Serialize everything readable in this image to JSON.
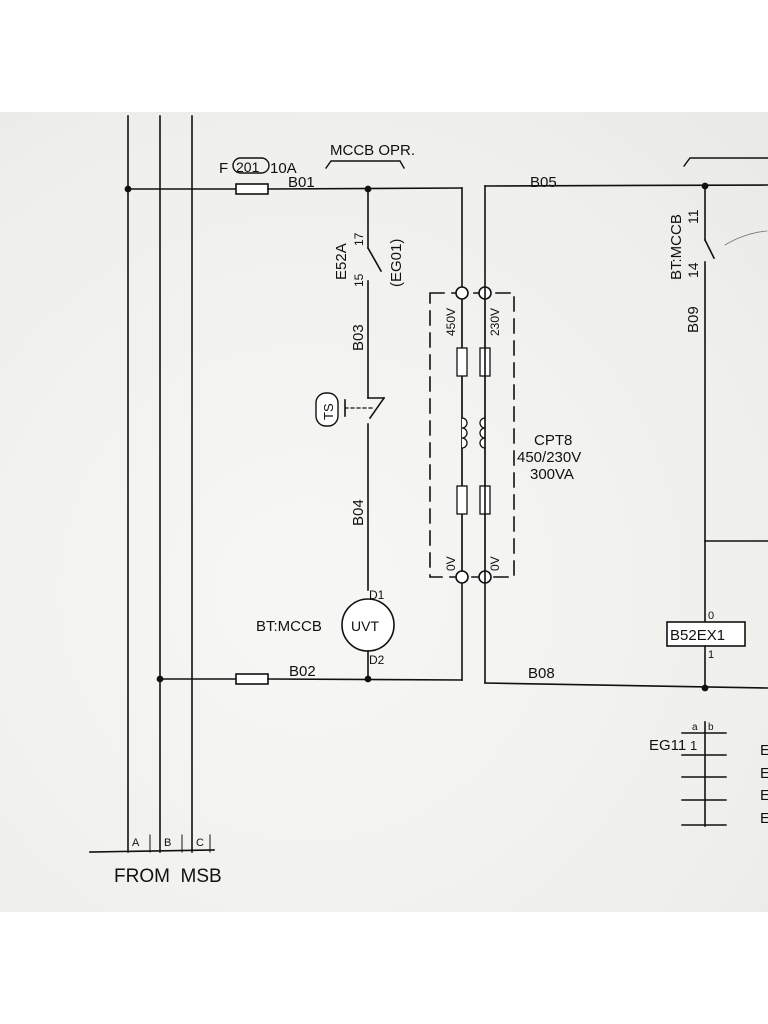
{
  "labels": {
    "fuse_f201": "F",
    "fuse_f201_circled": "201",
    "fuse_rating": "10A",
    "mccb_opr": "MCCB OPR.",
    "b01": "B01",
    "b02": "B02",
    "b03": "B03",
    "b04": "B04",
    "b05": "B05",
    "b08": "B08",
    "b09": "B09",
    "e52a": "E52A",
    "pin_17": "17",
    "pin_15": "15",
    "eg01": "(EG01)",
    "ts": "TS",
    "d1": "D1",
    "d2": "D2",
    "uvt": "UVT",
    "bt_mccb_left": "BT:MCCB",
    "bt_mccb_right": "BT:MCCB",
    "pin_11": "11",
    "pin_14": "14",
    "v450": "450V",
    "v230": "230V",
    "v0_left": "0V",
    "v0_right": "0V",
    "cpt8": "CPT8",
    "cpt8_ratio": "450/230V",
    "cpt8_power": "300VA",
    "relay": "B52EX1",
    "relay_pin_top": "0",
    "relay_pin_bot": "1",
    "eg11": "EG11",
    "eg11_a": "a",
    "eg11_b": "b",
    "eg11_1": "1",
    "phase_a": "A",
    "phase_b": "B",
    "phase_c": "C",
    "from_msb": "FROM  MSB",
    "right_edge_1": "E",
    "right_edge_2": "E",
    "right_edge_3": "E",
    "right_edge_4": "E"
  }
}
